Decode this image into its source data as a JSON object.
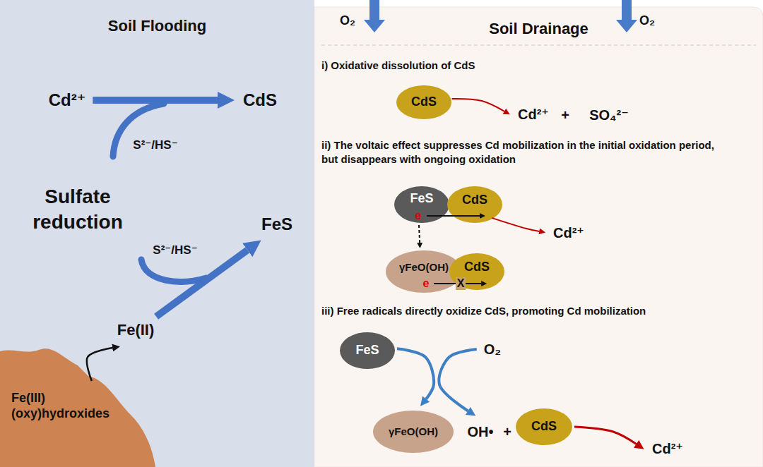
{
  "diagram": {
    "nodes": [
      {
        "text": [
          "Soil Flooding"
        ]
      },
      {
        "text": [
          "Cd²⁺"
        ],
        "in": 0
      },
      {
        "text": [
          "CdS"
        ],
        "in": 0
      },
      {
        "text": [
          "FeS"
        ],
        "in": 0
      },
      {
        "text": [
          "Fe(II)"
        ],
        "in": 0
      },
      {
        "text": [
          "Fe(III) (oxy)hydroxides"
        ],
        "in": 0
      },
      {
        "text": [
          "Soil Drainage"
        ]
      },
      {
        "text": [
          "CdS"
        ],
        "in": 6
      },
      {
        "text": [
          "Cd²⁺"
        ],
        "in": 6
      },
      {
        "text": [
          "SO₄²⁻"
        ],
        "in": 6
      },
      {
        "text": [
          "FeS"
        ],
        "in": 6
      },
      {
        "text": [
          "CdS"
        ],
        "in": 6
      },
      {
        "text": [
          "Cd²⁺"
        ],
        "in": 6
      },
      {
        "text": [
          "γFeO(OH)"
        ],
        "in": 6
      },
      {
        "text": [
          "CdS"
        ],
        "in": 6
      },
      {
        "text": [
          "FeS"
        ],
        "in": 6
      },
      {
        "text": [
          "O₂"
        ],
        "in": 6
      },
      {
        "text": [
          "γFeO(OH)"
        ],
        "in": 6
      },
      {
        "text": [
          "OH•"
        ],
        "in": 6
      },
      {
        "text": [
          "CdS"
        ],
        "in": 6
      },
      {
        "text": [
          "Cd²⁺"
        ],
        "in": 6
      }
    ],
    "edges": [
      {
        "from": 1,
        "to": 2,
        "arrow": "to"
      },
      {
        "from": 5,
        "to": 4,
        "arrow": "to"
      },
      {
        "from": 4,
        "to": 3,
        "arrow": "to"
      },
      {
        "from": 7,
        "to": 8,
        "arrow": "to"
      },
      {
        "from": 10,
        "to": 11,
        "arrow": "to"
      },
      {
        "from": 11,
        "to": 12,
        "arrow": "to"
      },
      {
        "from": 10,
        "to": 13,
        "arrow": "to"
      },
      {
        "from": 13,
        "to": 14,
        "label": "X",
        "arrow": "to"
      },
      {
        "from": 15,
        "to": 17,
        "arrow": "to"
      },
      {
        "from": 16,
        "to": 18,
        "arrow": "to"
      },
      {
        "from": 19,
        "to": 20,
        "arrow": "to"
      }
    ],
    "labels": [
      "O₂",
      "O₂",
      "S²⁻/HS⁻",
      "Sulfate reduction",
      "S²⁻/HS⁻",
      "i) Oxidative dissolution of CdS",
      "+",
      "ii) The voltaic effect suppresses Cd mobilization in the initial oxidation period, but disappears with ongoing oxidation",
      "e",
      "e",
      "iii) Free radicals directly oxidize CdS, promoting Cd mobilization",
      "+"
    ]
  }
}
